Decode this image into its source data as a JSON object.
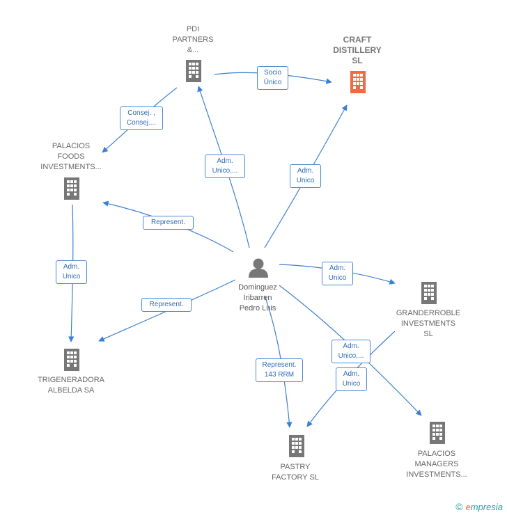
{
  "colors": {
    "edge": "#3a80d0",
    "building": "#777777",
    "building_main": "#f26b3a",
    "person": "#777777"
  },
  "nodes": {
    "pdi": "PDI\nPARTNERS\n&...",
    "craft": "CRAFT\nDISTILLERY\nSL",
    "palacios_foods": "PALACIOS\nFOODS\nINVESTMENTS...",
    "trigeneradora": "TRIGENERADORA\nALBELDA SA",
    "granderroble": "GRANDERROBLE\nINVESTMENTS\nSL",
    "pastry": "PASTRY\nFACTORY SL",
    "palacios_managers": "PALACIOS\nMANAGERS\nINVESTMENTS...",
    "person": "Dominguez\nIribarren\nPedro Luis"
  },
  "edges": {
    "socio_unico": "Socio\nÚnico",
    "consej": "Consej. ,\nConsej....",
    "adm_unico_pdi": "Adm.\nUnico,...",
    "adm_unico_craft": "Adm.\nUnico",
    "represent_foods": "Represent.",
    "adm_unico_foods_trig": "Adm.\nUnico",
    "represent_trig": "Represent.",
    "adm_unico_grand": "Adm.\nUnico",
    "adm_unico_managers": "Adm.\nUnico,...",
    "adm_unico_grand_pastry": "Adm.\nUnico",
    "represent_pastry": "Represent.\n143 RRM"
  },
  "footer": {
    "copyright": "©",
    "brand_initial": "e",
    "brand_rest": "mpresia"
  }
}
